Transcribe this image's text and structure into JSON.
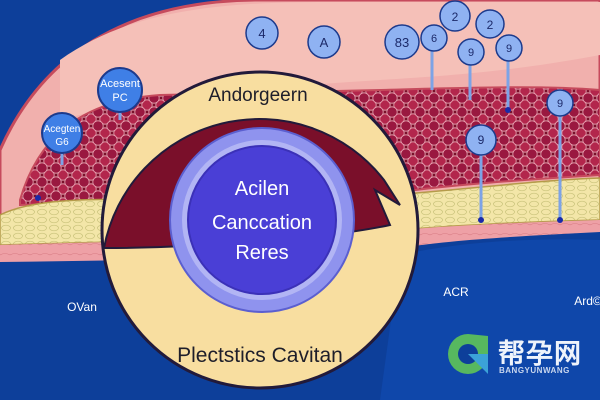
{
  "diagram": {
    "ring_top_label": "Andorgeern",
    "center_lines": [
      "Acilen",
      "Canccation",
      "Reres"
    ],
    "ring_bottom_label": "Plectstics Cavitan",
    "left_bubble_upper": [
      "Acesent",
      "PC"
    ],
    "left_bubble_lower": [
      "Acegten",
      "G6"
    ],
    "bubbles_top": [
      "4",
      "83",
      "A",
      "2",
      "2",
      "6",
      "9",
      "9",
      "9"
    ],
    "bottom_labels": {
      "left": "OVan",
      "middle": "ACR",
      "right": "Ard©"
    }
  },
  "watermark": {
    "name": "帮孕网",
    "url": "BANGYUNWANG"
  },
  "colors": {
    "background": "#0d3f9a",
    "tissue_red": "#a3163f",
    "tissue_pink": "#eea0a6",
    "fat_yellow": "#f3e6a8",
    "ring_maroon": "#7a0f2a",
    "ring_cream": "#f8dea0",
    "core_purple": "#4a3fd6",
    "bubble_blue": "#3f7fe6",
    "watermark_green": "#57b85f"
  }
}
